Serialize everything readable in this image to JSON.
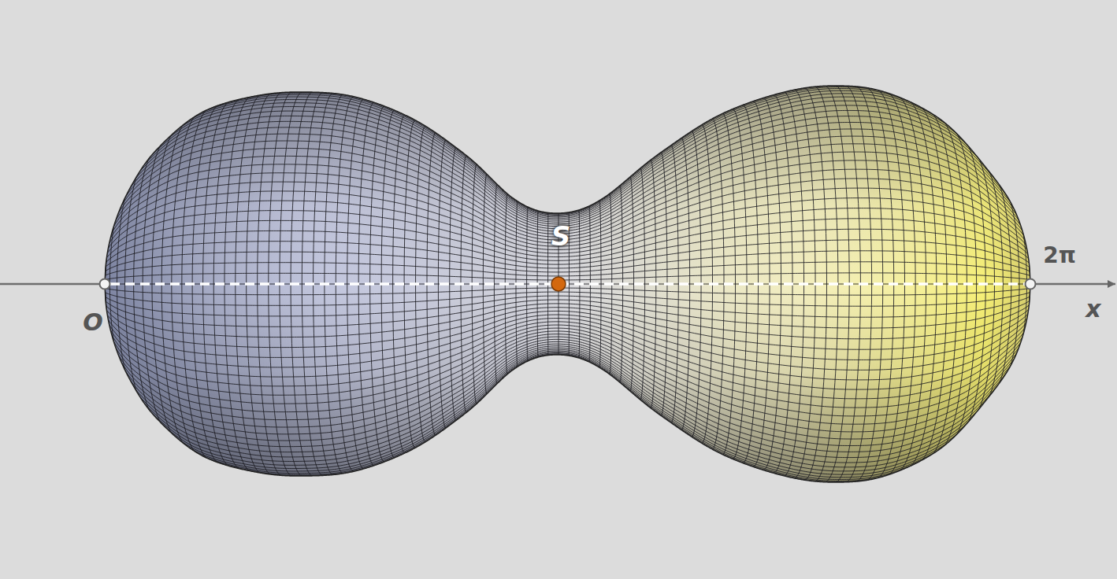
{
  "diagram": {
    "labels": [
      "S",
      "O",
      "2π",
      "x"
    ]
  }
}
